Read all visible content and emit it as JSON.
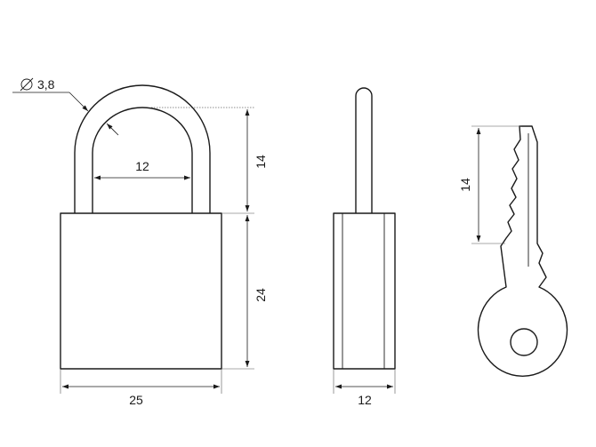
{
  "dimensions": {
    "shackle_diameter": "3,8",
    "diameter_symbol": "∅",
    "shackle_inner_width": "12",
    "shackle_height": "14",
    "body_height": "24",
    "body_width": "25",
    "side_thickness": "12",
    "key_blade_length": "14"
  }
}
